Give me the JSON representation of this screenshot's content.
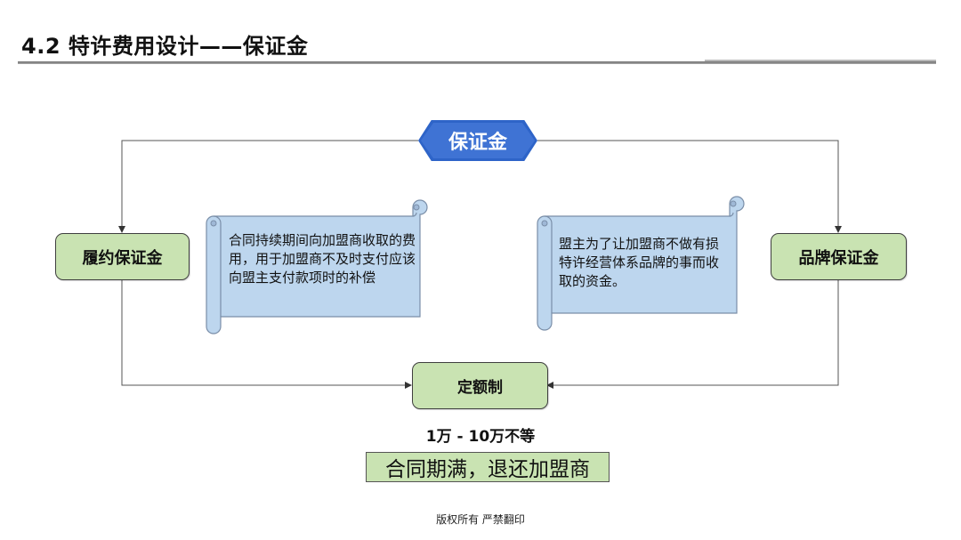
{
  "header": {
    "title": "4.2  特许费用设计——保证金"
  },
  "diagram": {
    "center_label": "保证金",
    "left_box": "履约保证金",
    "right_box": "品牌保证金",
    "bottom_box": "定额制",
    "left_scroll_text": "合同持续期间向加盟商收取的费  用，用于加盟商不及时支付应该向盟主支付款项时的补偿",
    "right_scroll_text": "盟主为了让加盟商不做有损特许经营体系品牌的事而收取的资金。",
    "range_text": "1万 - 10万不等",
    "expire_text": "合同期满，退还加盟商",
    "colors": {
      "center_fill": "#3f73d4",
      "box_fill": "#c9e3b2",
      "scroll_fill": "#bdd6ee"
    }
  },
  "footer": {
    "copyright": "版权所有  严禁翻印"
  }
}
